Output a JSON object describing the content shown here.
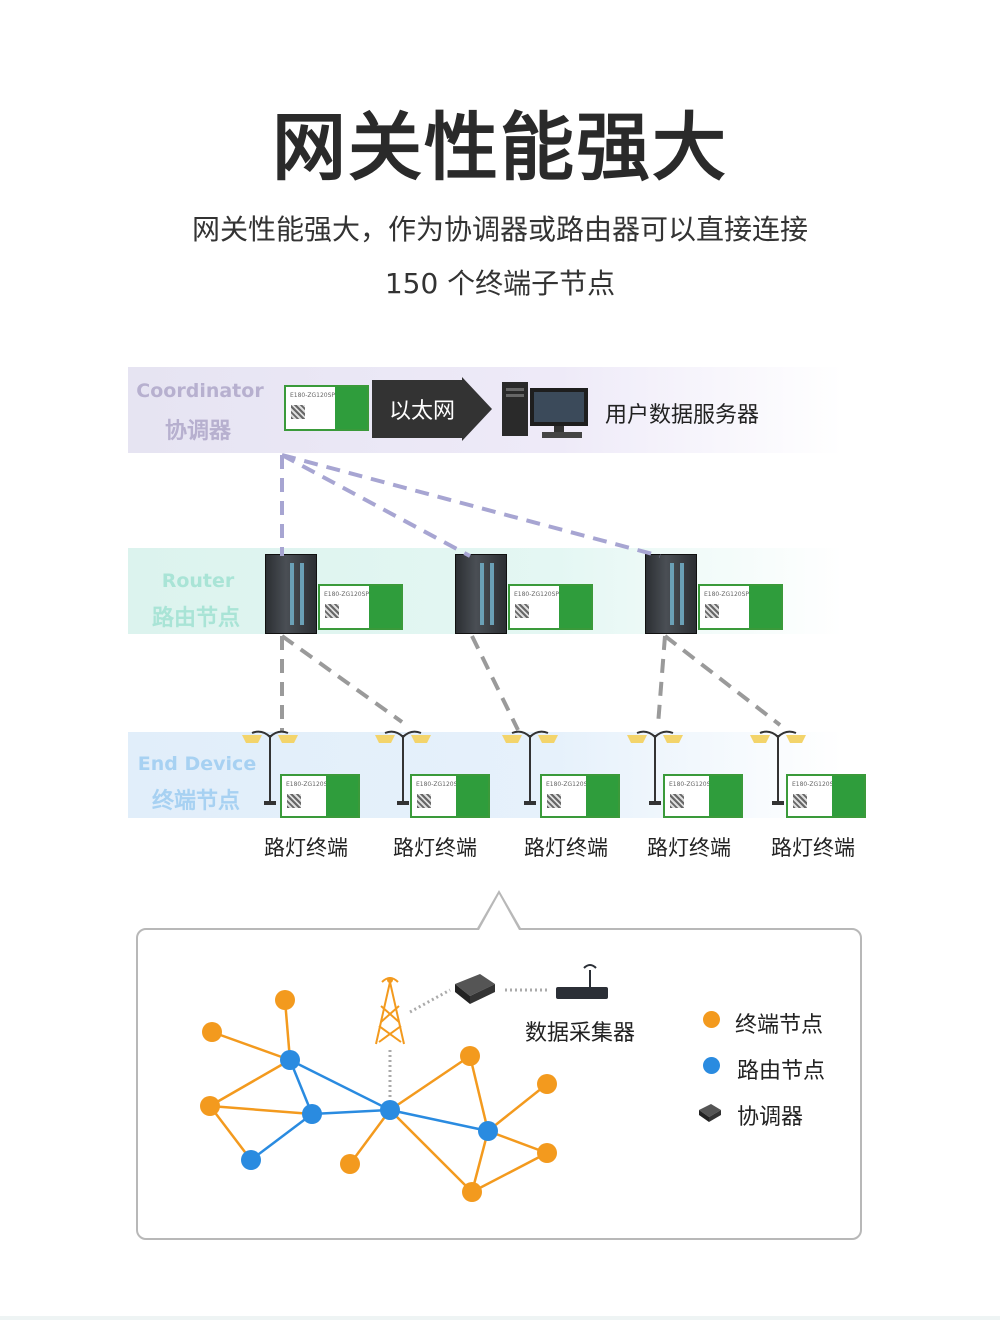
{
  "title": "网关性能强大",
  "subtitle_line1": "网关性能强大，作为协调器或路由器可以直接连接",
  "subtitle_line2": "150 个终端子节点",
  "layers": {
    "coordinator": {
      "en": "Coordinator",
      "cn": "协调器",
      "color": "#b7b0cf"
    },
    "router": {
      "en": "Router",
      "cn": "路由节点",
      "color": "#a9e4d6"
    },
    "end_device": {
      "en": "End Device",
      "cn": "终端节点",
      "color": "#a7d1f2"
    }
  },
  "module_label": "E180-ZG120SP",
  "ethernet_label": "以太网",
  "server_label": "用户数据服务器",
  "end_labels": [
    "路灯终端",
    "路灯终端",
    "路灯终端",
    "路灯终端",
    "路灯终端"
  ],
  "collector_label": "数据采集器",
  "legend": [
    {
      "label": "终端节点",
      "color": "#f39a1e",
      "icon": "orange-dot-icon"
    },
    {
      "label": "路由节点",
      "color": "#2a8be0",
      "icon": "blue-dot-icon"
    },
    {
      "label": "协调器",
      "color": "#333333",
      "icon": "coordinator-device-icon"
    }
  ],
  "colors": {
    "orange": "#f39a1e",
    "blue": "#2a8be0",
    "dash_purple": "#a7a5d2",
    "dash_gray": "#9a9a9a"
  }
}
